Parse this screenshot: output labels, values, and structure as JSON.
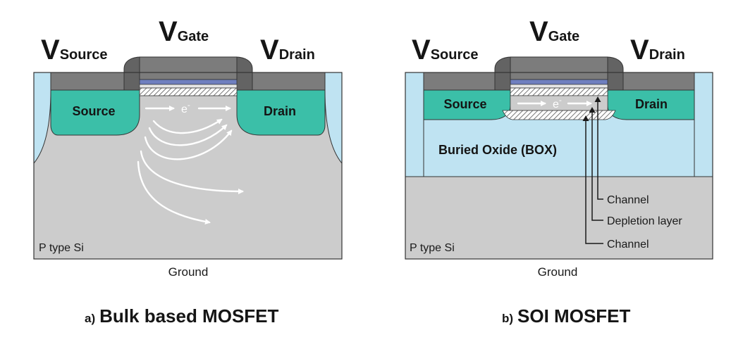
{
  "colors": {
    "gate_dark": "#636363",
    "gate_mid": "#7c7c7c",
    "gate_oxide_blue": "#6f7fbf",
    "source_drain": "#3bbfa8",
    "spacer_blue": "#bfe3f2",
    "box_blue": "#bfe3f2",
    "substrate": "#cccccc",
    "outline": "#333333",
    "arrow": "#ffffff"
  },
  "panel_a": {
    "v_letter": "V",
    "v_source_sub": "Source",
    "v_gate_sub": "Gate",
    "v_drain_sub": "Drain",
    "source_label": "Source",
    "drain_label": "Drain",
    "electron_label": "e",
    "electron_sup": "-",
    "substrate_label": "P type Si",
    "ground_label": "Ground",
    "caption_prefix": "a)",
    "caption": "Bulk based MOSFET"
  },
  "panel_b": {
    "v_letter": "V",
    "v_source_sub": "Source",
    "v_gate_sub": "Gate",
    "v_drain_sub": "Drain",
    "source_label": "Source",
    "drain_label": "Drain",
    "electron_label": "e",
    "electron_sup": "-",
    "box_label": "Buried Oxide (BOX)",
    "substrate_label": "P type Si",
    "ground_label": "Ground",
    "callout_channel_top": "Channel",
    "callout_depletion": "Depletion layer",
    "callout_channel_bottom": "Channel",
    "caption_prefix": "b)",
    "caption": "SOI MOSFET"
  }
}
